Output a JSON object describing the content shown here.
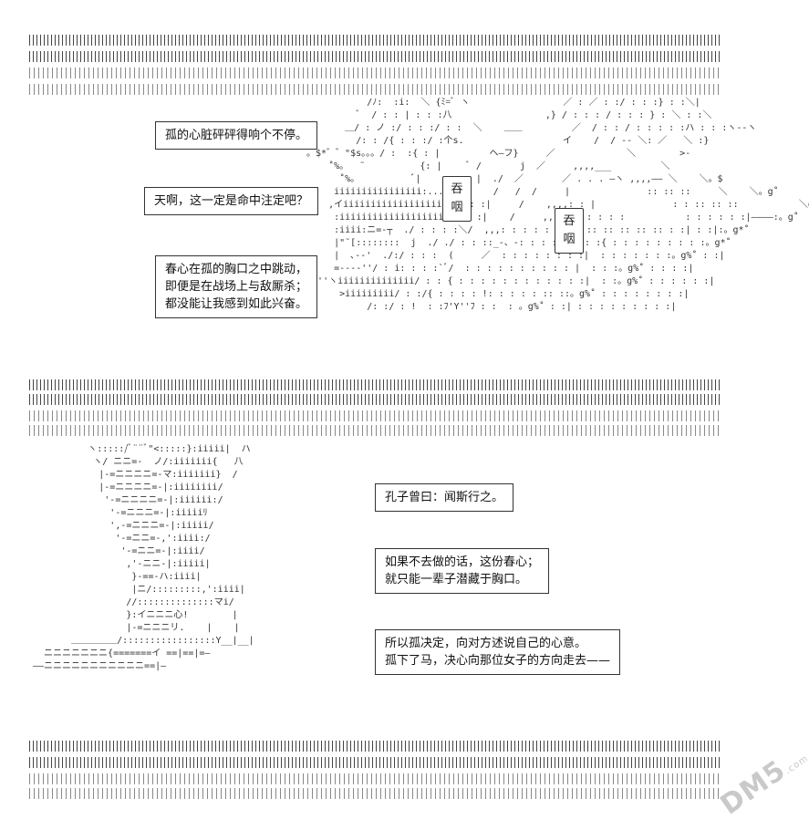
{
  "panel1": {
    "bubble_heart": [
      "孤的心脏砰砰得响个不停。"
    ],
    "bubble_fate": [
      "天啊，这一定是命中注定吧？"
    ],
    "bubble_spring": [
      "春心在孤的胸口之中跳动，",
      "即便是在战场上与敌厮杀；",
      "都没能让我感到如此兴奋。"
    ],
    "kanji_a": [
      "吞",
      "咽"
    ],
    "kanji_b": [
      "吞",
      "咽"
    ]
  },
  "panel2": {
    "bubble_confucius": [
      "孔子曾曰：闻斯行之。"
    ],
    "bubble_spring_hidden": [
      "如果不去做的话，这份春心；",
      "就只能一辈子潜藏于胸口。"
    ],
    "bubble_decision": [
      "所以孤决定，向对方述说自己的心意。",
      "孤下了马，决心向那位女子的方向走去——"
    ]
  },
  "watermark": {
    "text": "DM5",
    "suffix": ".com"
  }
}
